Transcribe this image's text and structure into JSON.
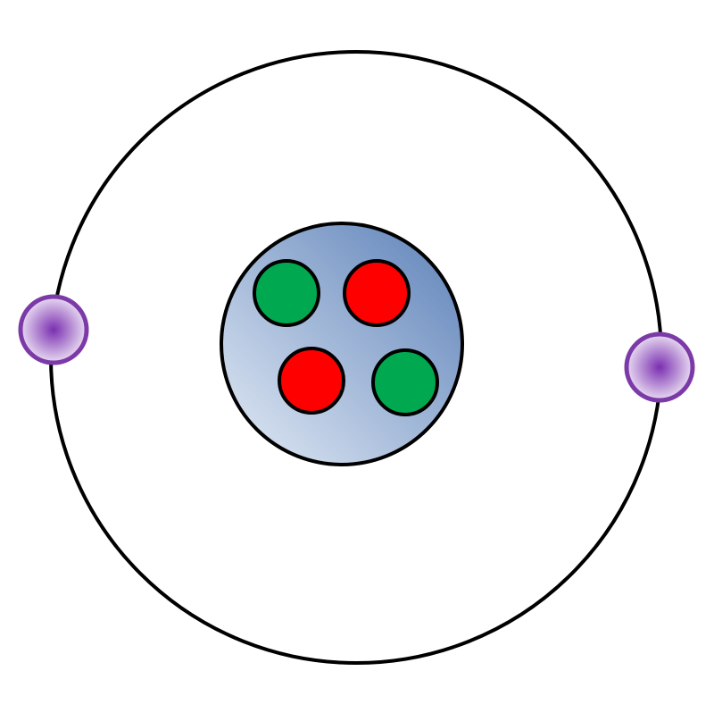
{
  "diagram": {
    "kind": "atom-model",
    "element_count": {
      "protons": 2,
      "neutrons": 2,
      "electrons": 2
    },
    "colors": {
      "background": "#ffffff",
      "orbit_stroke": "#000000",
      "nucleus_fill_dark": "#5b80b8",
      "nucleus_fill_light": "#e4ecf6",
      "nucleus_stroke": "#000000",
      "proton_fill": "#ff0000",
      "neutron_fill": "#00a84f",
      "particle_stroke": "#000000",
      "electron_core": "#7a2fb0",
      "electron_edge": "#e9dcf2",
      "electron_stroke": "#7b3aa8"
    }
  }
}
